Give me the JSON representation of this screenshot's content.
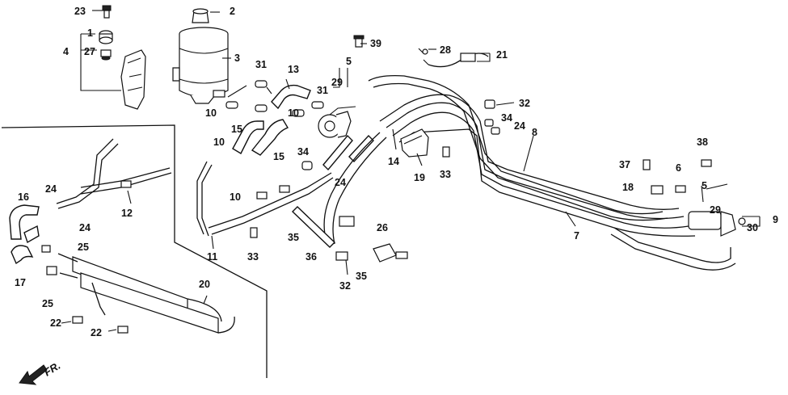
{
  "diagram": {
    "callouts": [
      {
        "id": "c23",
        "text": "23"
      },
      {
        "id": "c2",
        "text": "2"
      },
      {
        "id": "c1",
        "text": "1"
      },
      {
        "id": "c4",
        "text": "4"
      },
      {
        "id": "c27",
        "text": "27"
      },
      {
        "id": "c3",
        "text": "3"
      },
      {
        "id": "c39",
        "text": "39"
      },
      {
        "id": "c28",
        "text": "28"
      },
      {
        "id": "c21",
        "text": "21"
      },
      {
        "id": "c5a",
        "text": "5"
      },
      {
        "id": "c29a",
        "text": "29"
      },
      {
        "id": "c31a",
        "text": "31"
      },
      {
        "id": "c13",
        "text": "13"
      },
      {
        "id": "c31b",
        "text": "31"
      },
      {
        "id": "c10a",
        "text": "10"
      },
      {
        "id": "c10b",
        "text": "10"
      },
      {
        "id": "c32a",
        "text": "32"
      },
      {
        "id": "c34a",
        "text": "34"
      },
      {
        "id": "c24a",
        "text": "24"
      },
      {
        "id": "c15a",
        "text": "15"
      },
      {
        "id": "c15b",
        "text": "15"
      },
      {
        "id": "c8",
        "text": "8"
      },
      {
        "id": "c10c",
        "text": "10"
      },
      {
        "id": "c34b",
        "text": "34"
      },
      {
        "id": "c14",
        "text": "14"
      },
      {
        "id": "c19",
        "text": "19"
      },
      {
        "id": "c33a",
        "text": "33"
      },
      {
        "id": "c38",
        "text": "38"
      },
      {
        "id": "c37",
        "text": "37"
      },
      {
        "id": "c6",
        "text": "6"
      },
      {
        "id": "c18",
        "text": "18"
      },
      {
        "id": "c10d",
        "text": "10"
      },
      {
        "id": "c24b",
        "text": "24"
      },
      {
        "id": "c5b",
        "text": "5"
      },
      {
        "id": "c29b",
        "text": "29"
      },
      {
        "id": "c9",
        "text": "9"
      },
      {
        "id": "c30",
        "text": "30"
      },
      {
        "id": "c16",
        "text": "16"
      },
      {
        "id": "c24c",
        "text": "24"
      },
      {
        "id": "c12",
        "text": "12"
      },
      {
        "id": "c24d",
        "text": "24"
      },
      {
        "id": "c26",
        "text": "26"
      },
      {
        "id": "c25a",
        "text": "25"
      },
      {
        "id": "c17",
        "text": "17"
      },
      {
        "id": "c11",
        "text": "11"
      },
      {
        "id": "c33b",
        "text": "33"
      },
      {
        "id": "c35a",
        "text": "35"
      },
      {
        "id": "c36",
        "text": "36"
      },
      {
        "id": "c7",
        "text": "7"
      },
      {
        "id": "c35b",
        "text": "35"
      },
      {
        "id": "c32b",
        "text": "32"
      },
      {
        "id": "c20",
        "text": "20"
      },
      {
        "id": "c25b",
        "text": "25"
      },
      {
        "id": "c22a",
        "text": "22"
      },
      {
        "id": "c22b",
        "text": "22"
      }
    ],
    "direction_label": "FR."
  }
}
